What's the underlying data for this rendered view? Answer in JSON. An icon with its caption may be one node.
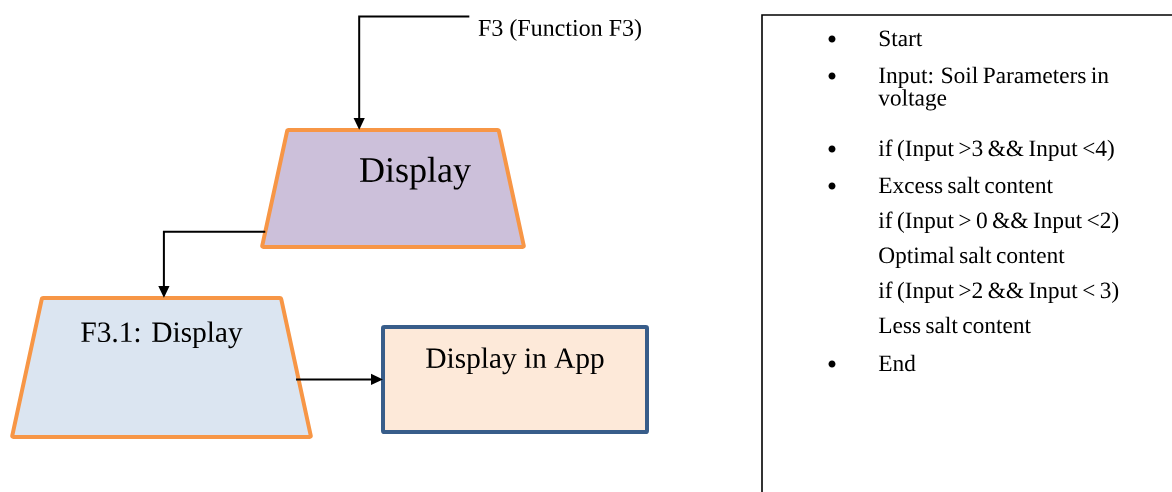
{
  "diagram": {
    "nodes": [
      {
        "text": [
          "F3 (Function F3)"
        ]
      },
      {
        "text": [
          "Display"
        ]
      },
      {
        "text": [
          "F3.1: Display"
        ]
      },
      {
        "text": [
          "Display in App"
        ]
      },
      {
        "text": [
          "Start",
          "Input: Soil Parameters in voltage",
          "if (Input >3 && Input <4)",
          "Excess salt content",
          "if (Input > 0 && Input <2)",
          "Optimal salt content",
          "if (Input >2 && Input < 3)",
          "Less salt content",
          "End"
        ]
      }
    ],
    "edges": [
      {
        "from": 0,
        "to": 1,
        "arrow": "to"
      },
      {
        "from": 1,
        "to": 2,
        "arrow": "to"
      },
      {
        "from": 2,
        "to": 3,
        "arrow": "to"
      }
    ]
  }
}
